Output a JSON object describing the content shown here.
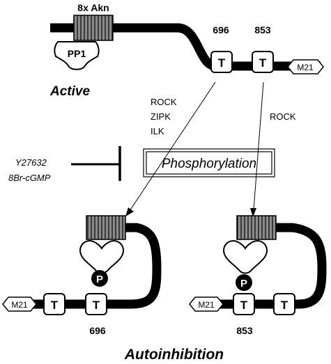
{
  "top": {
    "akn_label": "8x Akn",
    "pp1_label": "PP1",
    "site_a_number": "696",
    "site_b_number": "853",
    "thr_label": "T",
    "tag_label": "M21",
    "state_label": "Active"
  },
  "kinases": {
    "left": [
      "ROCK",
      "ZIPK",
      "ILK"
    ],
    "right": "ROCK"
  },
  "inhibitors": [
    "Y27632",
    "8Br-cGMP"
  ],
  "process_label": "Phosphorylation",
  "bottom": {
    "left": {
      "phospho_label": "P",
      "thr_label": "T",
      "tag_label": "M21",
      "site_number": "696"
    },
    "right": {
      "phospho_label": "P",
      "thr_label": "T",
      "tag_label": "M21",
      "site_number": "853"
    },
    "state_label": "Autoinhibition"
  },
  "colors": {
    "chain": "#000000",
    "akn_box_fill": "#8c8c8c",
    "akn_stripe": "#3a3a3a",
    "background": "#ffffff"
  }
}
